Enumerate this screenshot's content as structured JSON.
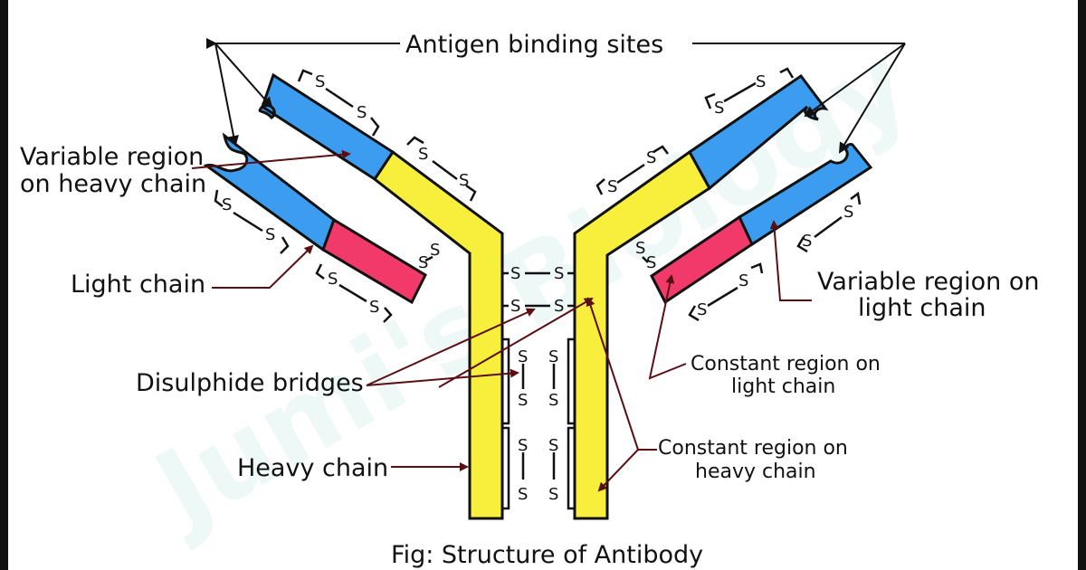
{
  "diagram": {
    "caption": "Fig: Structure of Antibody",
    "watermark": "Jumi's Biology",
    "labels": {
      "antigen_binding_sites": "Antigen binding sites",
      "variable_heavy_1": "Variable region",
      "variable_heavy_2": "on heavy chain",
      "light_chain": "Light chain",
      "disulphide_bridges": "Disulphide bridges",
      "heavy_chain": "Heavy chain",
      "variable_light_1": "Variable region on",
      "variable_light_2": "light chain",
      "constant_light_1": "Constant region on",
      "constant_light_2": "light chain",
      "constant_heavy_1": "Constant region on",
      "constant_heavy_2": "heavy chain"
    },
    "bond_symbol": "S",
    "colors": {
      "heavy_constant": "#f7ef3c",
      "variable": "#3b9cf0",
      "light_constant": "#f23a6a",
      "outline": "#111111",
      "arrow": "#5a0f12",
      "watermark": "#dff3f1"
    }
  }
}
